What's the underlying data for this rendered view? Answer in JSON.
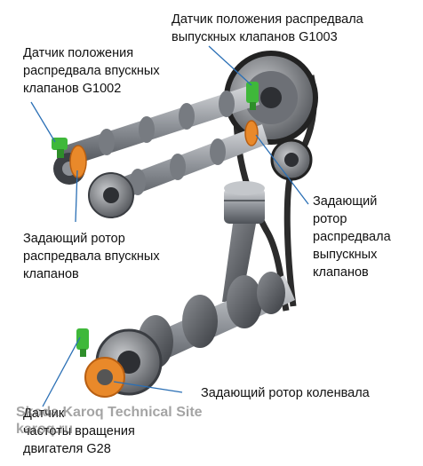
{
  "labels": {
    "exhaust_cam_sensor": "Датчик положения распредвала\nвыпускных клапанов G1003",
    "intake_cam_sensor": "Датчик положения\nраспредвала впускных\nклапанов G1002",
    "exhaust_rotor": "Задающий\nротор\nраспредвала\nвыпускных\nклапанов",
    "intake_rotor": "Задающий ротор\nраспредвала впускных\nклапанов",
    "crank_rotor": "Задающий ротор коленвала",
    "engine_speed_sensor": "Датчик\nчастоты вращения\nдвигателя G28"
  },
  "watermark": {
    "text": "Skoda Karoq Technical Site\nkaroq.ru"
  },
  "colors": {
    "sensor": "#3fb83a",
    "rotor": "#e9892a",
    "leader": "#2a6fb5",
    "steel": "#9a9da3",
    "belt": "#2b2b2b"
  }
}
